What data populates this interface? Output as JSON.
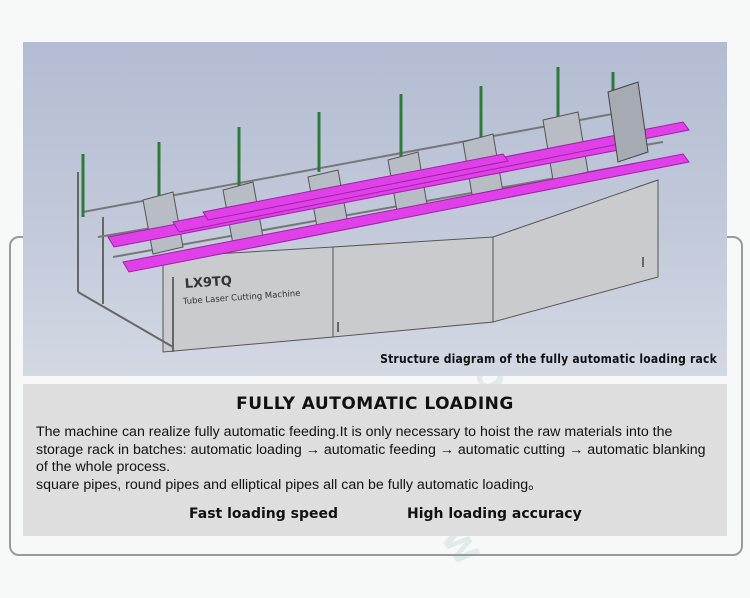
{
  "watermark": "LXSHOW",
  "diagram": {
    "machine_model": "LX9TQ",
    "machine_name": "Tube Laser Cutting Machine",
    "caption": "Structure diagram of the fully automatic loading rack"
  },
  "section": {
    "heading": "FULLY AUTOMATIC LOADING",
    "paragraph_1": "The machine can realize fully automatic feeding.It is only necessary to hoist the raw materials into the storage rack in batches: automatic loading → automatic feeding → automatic cutting → automatic blanking of the whole process.",
    "paragraph_2": "square pipes, round pipes and elliptical pipes all can be fully automatic loading。"
  },
  "features": [
    "Fast loading speed",
    "High loading accuracy"
  ],
  "colors": {
    "pipe": "#e040e8",
    "frame": "#8f8f8f",
    "green_post": "#2f7a3a"
  }
}
